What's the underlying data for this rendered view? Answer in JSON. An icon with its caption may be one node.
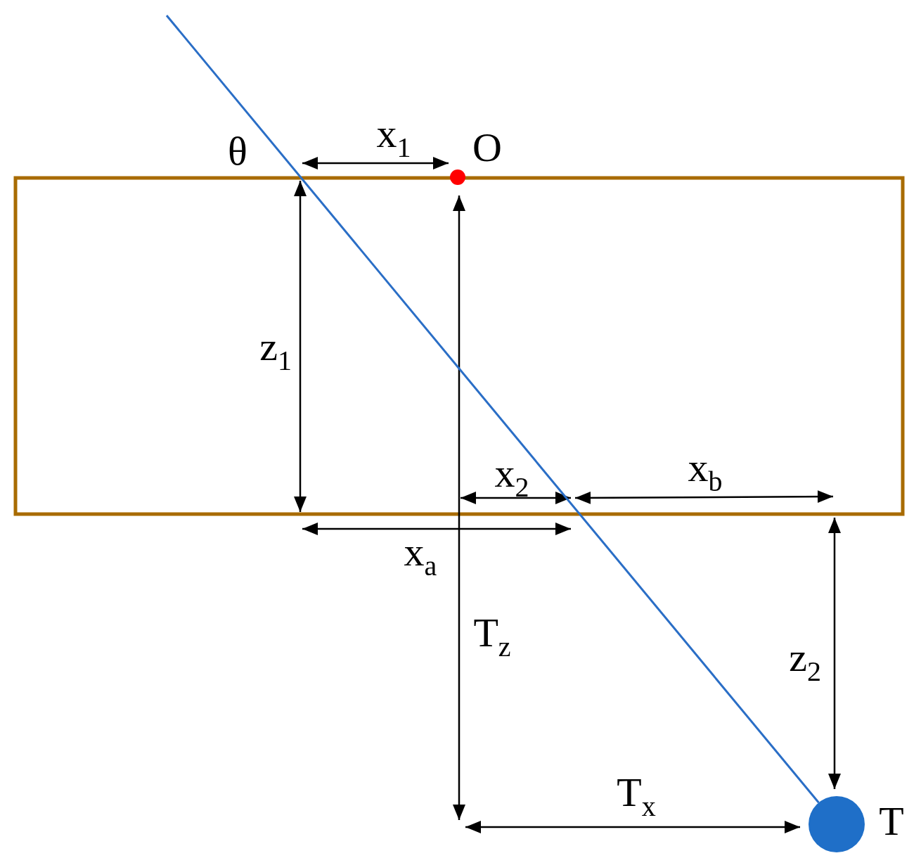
{
  "diagram": {
    "nodes": [
      {
        "text": [],
        "shape": "circle",
        "beside": [
          "O"
        ]
      },
      {
        "text": [],
        "shape": "circle",
        "beside": [
          "T"
        ]
      }
    ],
    "edges": [
      {
        "from": null,
        "to": 1,
        "arrow": "none"
      }
    ],
    "labels": [
      "θ",
      "x$_{1}$",
      "z$_{1}$",
      "x$_{2}$",
      "x$_{b}$",
      "x$_{a}$",
      "T$_{z}$",
      "z$_{2}$",
      "T$_{x}$"
    ]
  }
}
